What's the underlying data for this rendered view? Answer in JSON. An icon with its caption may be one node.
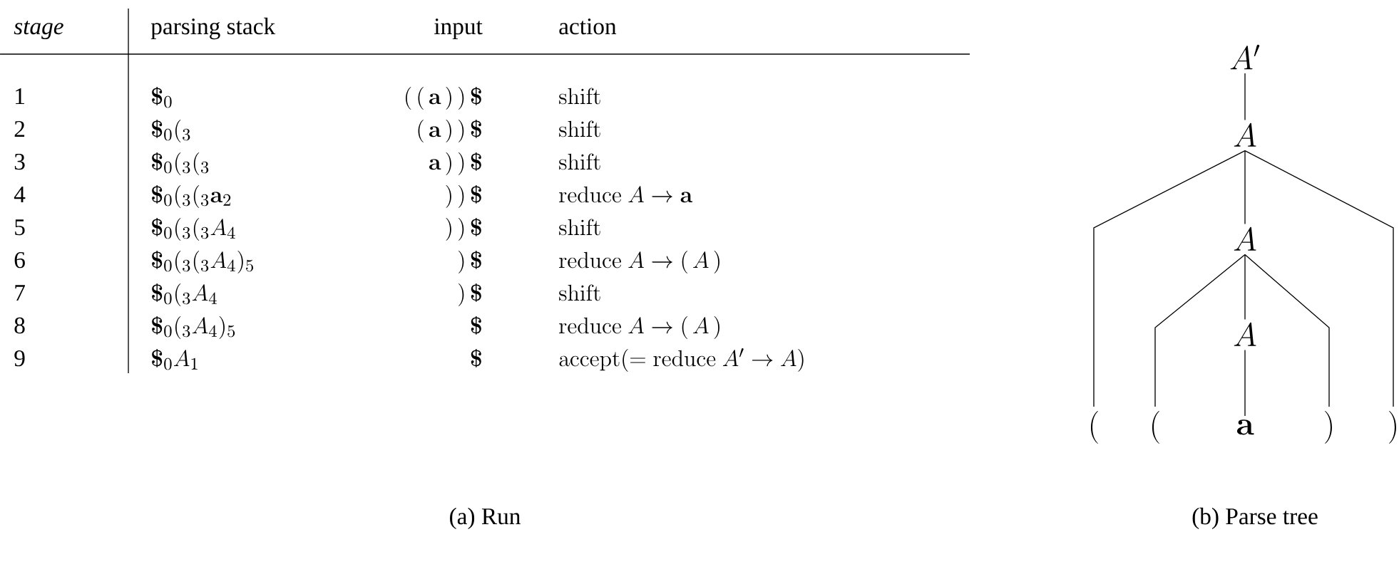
{
  "diagram": {
    "nodes": [
      {
        "text": [
          "A'"
        ]
      },
      {
        "text": [
          "A"
        ]
      },
      {
        "text": [
          "A"
        ]
      },
      {
        "text": [
          "A"
        ]
      },
      {
        "text": [
          "\\mathbf{(}"
        ]
      },
      {
        "text": [
          "\\mathbf{(}"
        ]
      },
      {
        "text": [
          "\\mathbf{a}"
        ]
      },
      {
        "text": [
          "\\mathbf{)}"
        ]
      },
      {
        "text": [
          "\\mathbf{)}"
        ]
      }
    ],
    "edges": [
      {
        "from": 0,
        "to": 1,
        "arrow": "none"
      },
      {
        "from": 1,
        "to": 4,
        "arrow": "none"
      },
      {
        "from": 1,
        "to": 2,
        "arrow": "none"
      },
      {
        "from": 1,
        "to": 8,
        "arrow": "none"
      },
      {
        "from": 2,
        "to": 5,
        "arrow": "none"
      },
      {
        "from": 2,
        "to": 3,
        "arrow": "none"
      },
      {
        "from": 2,
        "to": 7,
        "arrow": "none"
      },
      {
        "from": 3,
        "to": 6,
        "arrow": "none"
      }
    ],
    "labels": [
      "stage",
      "parsing stack",
      "input",
      "action",
      "1",
      "\\boldsymbol{\\$}_0",
      "\\mathbf{(\\,(\\,a\\,)\\,)}\\,\\boldsymbol{\\$}",
      "\\mathrm{shift}",
      "2",
      "\\boldsymbol{\\$}_0(_3",
      "\\mathbf{(\\,a\\,)\\,)}\\,\\boldsymbol{\\$}",
      "\\mathrm{shift}",
      "3",
      "\\boldsymbol{\\$}_0(_3(_3",
      "\\mathbf{a\\,)\\,)}\\,\\boldsymbol{\\$}",
      "\\mathrm{shift}",
      "4",
      "\\boldsymbol{\\$}_0(_3(_3\\mathbf{a}_2",
      "\\mathbf{)\\,)}\\,\\boldsymbol{\\$}",
      "\\mathrm{reduce}\\ A\\to\\mathbf{a}",
      "5",
      "\\boldsymbol{\\$}_0(_3(_3A_4",
      "\\mathbf{)\\,)}\\,\\boldsymbol{\\$}",
      "\\mathrm{shift}",
      "6",
      "\\boldsymbol{\\$}_0(_3(_3A_4)_5",
      "\\mathbf{)}\\,\\boldsymbol{\\$}",
      "\\mathrm{reduce}\\ A\\to\\mathbf{(}\\,A\\,\\mathbf{)}",
      "7",
      "\\boldsymbol{\\$}_0(_3A_4",
      "\\mathbf{)}\\,\\boldsymbol{\\$}",
      "\\mathrm{shift}",
      "8",
      "\\boldsymbol{\\$}_0(_3A_4)_5",
      "\\boldsymbol{\\$}",
      "\\mathrm{reduce}\\ A\\to\\mathbf{(}\\,A\\,\\mathbf{)}",
      "9",
      "\\boldsymbol{\\$}_0A_1",
      "\\boldsymbol{\\$}",
      "\\mathrm{accept}(=\\mathrm{reduce}\\ A'\\to A)",
      "(a) Run",
      "(b) Parse tree"
    ]
  }
}
